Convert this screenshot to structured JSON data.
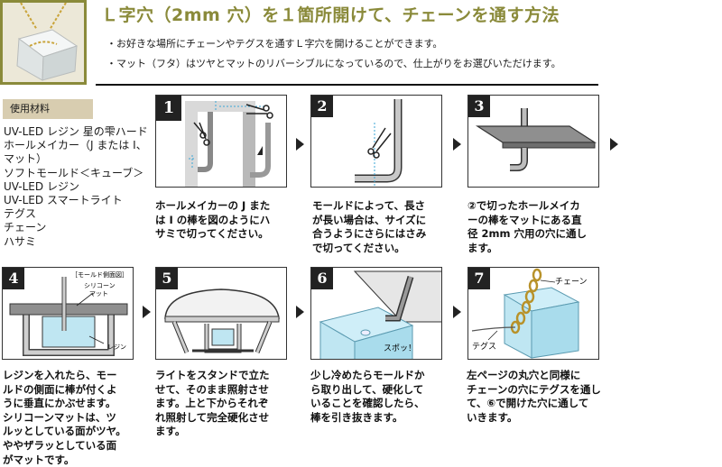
{
  "header": {
    "title": "Ｌ字穴（2mm 穴）を１箇所開けて、チェーンを通す方法",
    "intro": [
      "・お好きな場所にチェーンやテグスを通すＬ字穴を開けることができます。",
      "・マット（フタ）はツヤとマットのリバーシブルになっているので、仕上がりをお選びいただけます。"
    ]
  },
  "materials": {
    "label": "使用材料",
    "items": [
      "UV-LED レジン 星の雫ハード",
      "ホールメイカー（J または I、",
      "マット）",
      "ソフトモールド＜キューブ＞",
      "UV-LED レジン",
      "UV-LED スマートライト",
      "テグス",
      "チェーン",
      "ハサミ"
    ]
  },
  "steps": [
    {
      "number": "1",
      "caption": [
        "ホールメイカーの J また",
        "は I の棒を図のようにハ",
        "サミで切ってください。"
      ]
    },
    {
      "number": "2",
      "caption": [
        "モールドによって、長さ",
        "が長い場合は、サイズに",
        "合うようにさらにはさみ",
        "で切ってください。"
      ]
    },
    {
      "number": "3",
      "caption": [
        "②で切ったホールメイカ",
        "ーの棒をマットにある直",
        "径 2mm 穴用の穴に通し",
        "ます。"
      ]
    },
    {
      "number": "4",
      "caption": [
        "レジンを入れたら、モー",
        "ルドの側面に棒が付くよ",
        "うに垂直にかぶせます。",
        "シリコーンマットは、ツ",
        "ルッとしている面がツヤ。",
        "ややザラッとしている面",
        "がマットです。"
      ],
      "labels": {
        "section": "［モールド側面図］",
        "mat": "シリコーン",
        "mat2": "マット",
        "resin": "レジン"
      }
    },
    {
      "number": "5",
      "caption": [
        "ライトをスタンドで立た",
        "せて、そのまま照射させ",
        "ます。上と下からそれぞ",
        "れ照射して完全硬化させ",
        "ます。"
      ]
    },
    {
      "number": "6",
      "caption": [
        "少し冷めたらモールドか",
        "ら取り出して、硬化して",
        "いることを確認したら、",
        "棒を引き抜きます。"
      ],
      "labels": {
        "sound": "スポッ！"
      }
    },
    {
      "number": "7",
      "caption": [
        "左ページの丸穴と同様に",
        "チェーンの穴にテグスを通し",
        "て、⑥で開けた穴に通して",
        "いきます。"
      ],
      "labels": {
        "chain": "チェーン",
        "thread": "テグス"
      }
    }
  ],
  "colors": {
    "accent": "#8a8a3a",
    "badge": "#d8cdb0",
    "cube": "#bfe6f2"
  }
}
